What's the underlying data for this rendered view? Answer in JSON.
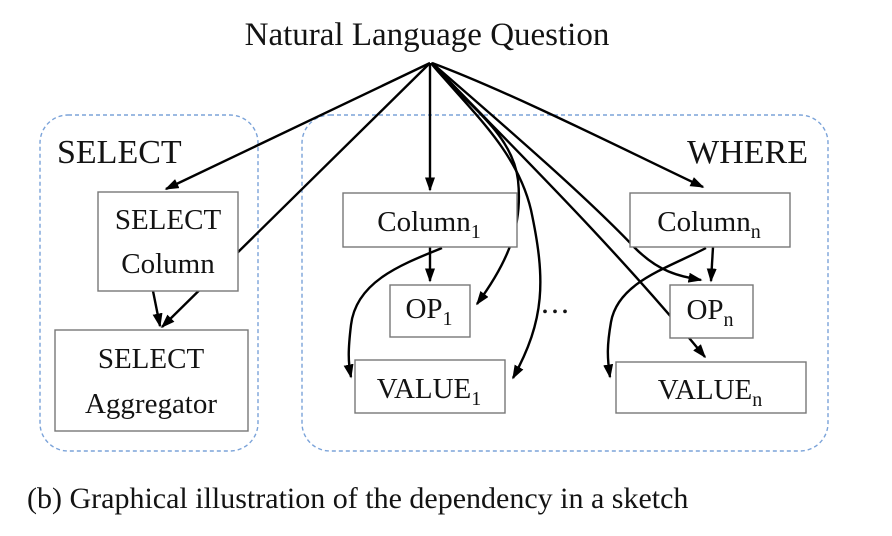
{
  "title": "Natural Language Question",
  "caption": "(b) Graphical illustration of the dependency in a sketch",
  "ellipsis": "...",
  "colors": {
    "group_label_blue": "#3b79c9",
    "group_border_blue": "#7ba3d9",
    "arrow_black": "#000000",
    "node_border_gray": "#777777",
    "background": "#ffffff"
  },
  "groups": {
    "select": {
      "label": "SELECT"
    },
    "where": {
      "label": "WHERE"
    }
  },
  "nodes": {
    "select_column": {
      "line1": "SELECT",
      "line2": "Column"
    },
    "select_aggregator": {
      "line1": "SELECT",
      "line2": "Aggregator"
    },
    "column_1": {
      "label": "Column",
      "sub": "1"
    },
    "op_1": {
      "label": "OP",
      "sub": "1"
    },
    "value_1": {
      "label": "VALUE",
      "sub": "1"
    },
    "column_n": {
      "label": "Column",
      "sub": "n"
    },
    "op_n": {
      "label": "OP",
      "sub": "n"
    },
    "value_n": {
      "label": "VALUE",
      "sub": "n"
    }
  },
  "edges": [
    {
      "from": "natural_language_question",
      "to": "select_column"
    },
    {
      "from": "natural_language_question",
      "to": "select_aggregator"
    },
    {
      "from": "natural_language_question",
      "to": "column_1"
    },
    {
      "from": "natural_language_question",
      "to": "op_1"
    },
    {
      "from": "natural_language_question",
      "to": "value_1"
    },
    {
      "from": "natural_language_question",
      "to": "column_n"
    },
    {
      "from": "natural_language_question",
      "to": "op_n"
    },
    {
      "from": "natural_language_question",
      "to": "value_n"
    },
    {
      "from": "select_column",
      "to": "select_aggregator"
    },
    {
      "from": "column_1",
      "to": "op_1"
    },
    {
      "from": "column_1",
      "to": "value_1"
    },
    {
      "from": "column_n",
      "to": "op_n"
    },
    {
      "from": "column_n",
      "to": "value_n"
    }
  ]
}
